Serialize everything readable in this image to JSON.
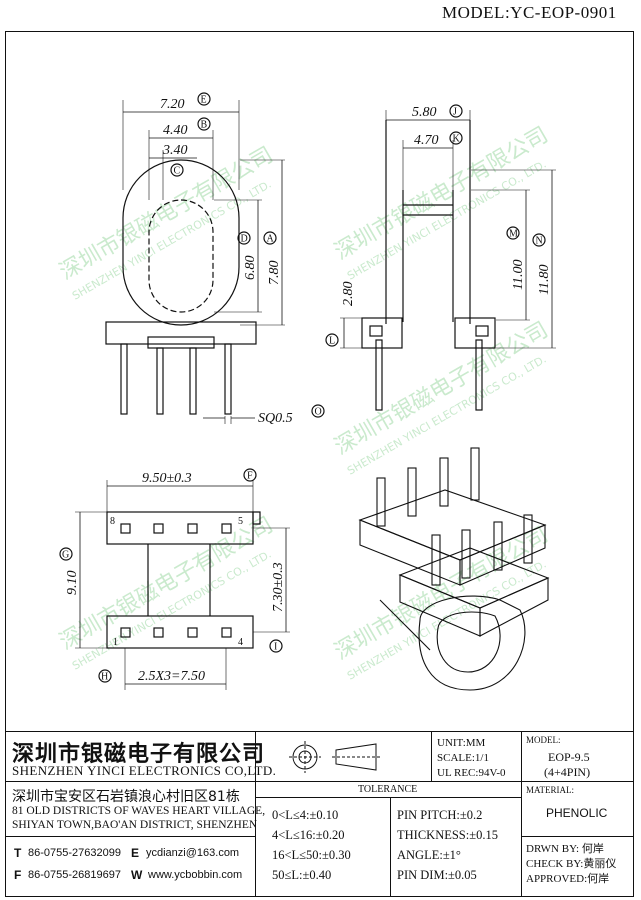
{
  "model_banner": "MODEL:YC-EOP-0901",
  "views": {
    "front": {
      "dim_e": "7.20",
      "ref_e": "E",
      "dim_b": "4.40",
      "ref_b": "B",
      "dim_c": "3.40",
      "ref_c": "C",
      "dim_d": "6.80",
      "ref_d": "D",
      "dim_a": "7.80",
      "ref_a": "A",
      "dim_o": "SQ0.5",
      "ref_o": "O"
    },
    "side": {
      "dim_j": "5.80",
      "ref_j": "J",
      "dim_k": "4.70",
      "ref_k": "K",
      "dim_l": "2.80",
      "ref_l": "L",
      "dim_m": "11.00",
      "ref_m": "M",
      "dim_n": "11.80",
      "ref_n": "N"
    },
    "bottom": {
      "dim_f": "9.50±0.3",
      "ref_f": "F",
      "dim_g": "9.10",
      "ref_g": "G",
      "dim_i": "7.30±0.3",
      "ref_i": "I",
      "dim_h": "2.5X3=7.50",
      "ref_h": "H",
      "pin_8": "8",
      "pin_5": "5",
      "pin_1": "1",
      "pin_4": "4"
    }
  },
  "watermark": {
    "cn": "深圳市银磁电子有限公司",
    "en": "SHENZHEN YINCI ELECTRONICS CO., LTD."
  },
  "title_block": {
    "company_cn": "深圳市银磁电子有限公司",
    "company_en": "SHENZHEN YINCI ELECTRONICS CO,LTD.",
    "address_cn": "深圳市宝安区石岩镇浪心村旧区81栋",
    "address_en_1": "81 OLD DISTRICTS OF WAVES HEART VILLAGE,",
    "address_en_2": "SHIYAN TOWN,BAO'AN DISTRICT, SHENZHEN",
    "tel_label": "T",
    "tel": "86-0755-27632099",
    "email_label": "E",
    "email": "ycdianzi@163.com",
    "fax_label": "F",
    "fax": "86-0755-26819697",
    "web_label": "W",
    "web": "www.ycbobbin.com",
    "unit": "UNIT:MM",
    "scale": "SCALE:1/1",
    "ul": "UL REC:94V-0",
    "tolerance_title": "TOLERANCE",
    "tolerances": [
      "0<L≤4:±0.10",
      "4<L≤16:±0.20",
      "16<L≤50:±0.30",
      "50≤L:±0.40"
    ],
    "specs": [
      "PIN PITCH:±0.2",
      "THICKNESS:±0.15",
      "ANGLE:±1°",
      "PIN DIM:±0.05"
    ],
    "model_label": "MODEL:",
    "model_value_1": "EOP-9.5",
    "model_value_2": "(4+4PIN)",
    "material_label": "MATERIAL:",
    "material_value": "PHENOLIC",
    "drawn_label": "DRWN BY:",
    "drawn_value": "何岸",
    "check_label": "CHECK BY:",
    "check_value": "黄丽仪",
    "approved_label": "APPROVED:",
    "approved_value": "何岸"
  }
}
